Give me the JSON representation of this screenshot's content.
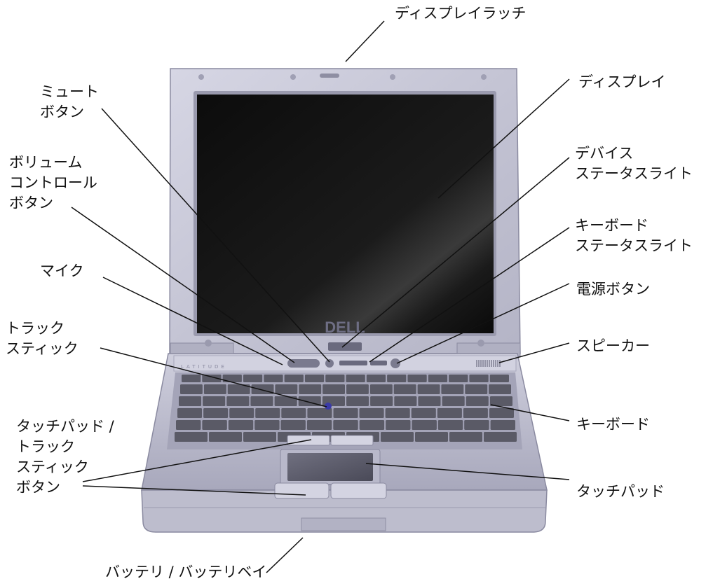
{
  "brand": {
    "logo_text": "DELL",
    "model_text": "LATITUDE"
  },
  "labels": {
    "display_latch": [
      "ディスプレイラッチ"
    ],
    "display": [
      "ディスプレイ"
    ],
    "device_status": [
      "デバイス",
      "ステータスライト"
    ],
    "keyboard_status": [
      "キーボード",
      "ステータスライト"
    ],
    "power_button": [
      "電源ボタン"
    ],
    "speaker": [
      "スピーカー"
    ],
    "keyboard": [
      "キーボード"
    ],
    "touchpad": [
      "タッチパッド"
    ],
    "battery": [
      "バッテリ / バッテリベイ"
    ],
    "mute_button": [
      "ミュート",
      "ボタン"
    ],
    "volume_buttons": [
      "ボリューム",
      "コントロール",
      "ボタン"
    ],
    "microphone": [
      "マイク"
    ],
    "track_stick": [
      "トラック",
      "スティック"
    ],
    "touchpad_buttons": [
      "タッチパッド /",
      "トラック",
      "スティック",
      "ボタン"
    ]
  },
  "colors": {
    "chassis": "#c8c8d8",
    "chassis_dark": "#9c9cb0",
    "screen": "#141414",
    "keys": "#5a5a66",
    "leader": "#111111"
  }
}
